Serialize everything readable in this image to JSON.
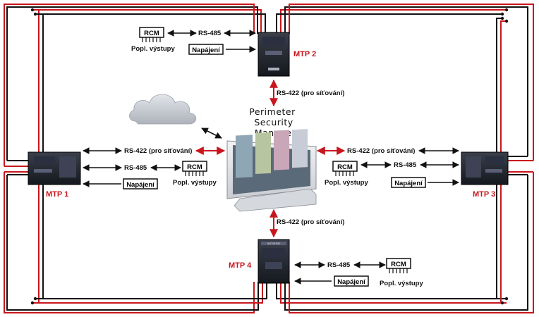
{
  "units": {
    "mtp1": "MTP 1",
    "mtp2": "MTP 2",
    "mtp3": "MTP 3",
    "mtp4": "MTP 4",
    "brand": "INTREPID"
  },
  "psm": {
    "line1": "Perimeter",
    "line2": "Security",
    "line3": "Manager"
  },
  "links": {
    "rs422": "RS-422 (pro síťování)",
    "rs485": "RS-485"
  },
  "modules": {
    "rcm": "RCM",
    "rcm_caption": "Popl. výstupy",
    "power": "Napájení"
  },
  "colors": {
    "cable_red": "#c8161d",
    "cable_black": "#111111",
    "device_body": "#1c1f26",
    "mtp_label": "#c8161d"
  }
}
